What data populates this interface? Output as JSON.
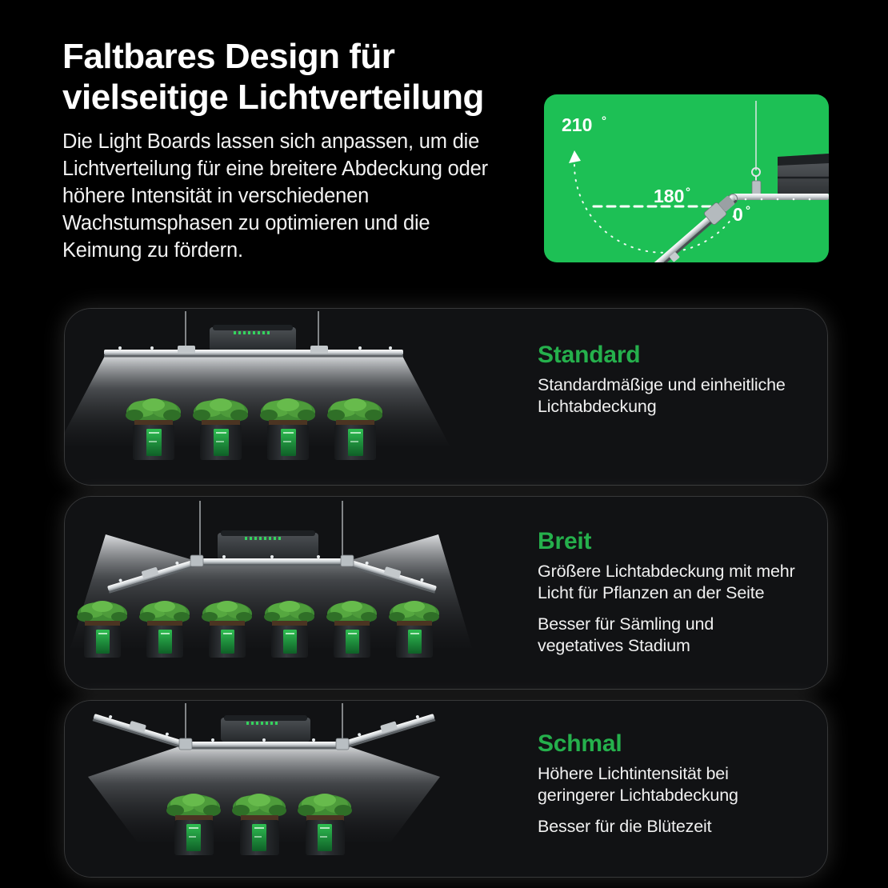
{
  "hero": {
    "title": "Faltbares Design für vielseitige Lichtverteilung",
    "subtitle": "Die Light Boards lassen sich anpassen, um die Lichtverteilung für eine breitere Abdeckung oder höhere Intensität in verschiedenen Wachstumsphasen zu optimieren und die Keimung zu fördern."
  },
  "angle_panel": {
    "background_color": "#1dc055",
    "labels": {
      "max": "210",
      "max_unit": "°",
      "mid": "180",
      "mid_unit": "°",
      "zero": "0",
      "zero_unit": "°"
    }
  },
  "colors": {
    "page_background": "#000000",
    "card_background": "#111214",
    "accent_green": "#25b04c",
    "panel_green": "#1dc055",
    "text_primary": "#ffffff"
  },
  "cards": [
    {
      "id": "standard",
      "title": "Standard",
      "lines": [
        "Standardmäßige und einheitliche Lichtabdeckung"
      ],
      "plant_count": 4,
      "board_mode": "flat"
    },
    {
      "id": "wide",
      "title": "Breit",
      "lines": [
        "Größere Lichtabdeckung mit mehr Licht für Pflanzen an der Seite",
        "Besser für Sämling und vegetatives Stadium"
      ],
      "plant_count": 6,
      "board_mode": "up"
    },
    {
      "id": "narrow",
      "title": "Schmal",
      "lines": [
        "Höhere Lichtintensität bei geringerer Lichtabdeckung",
        "Besser für die Blütezeit"
      ],
      "plant_count": 3,
      "board_mode": "down"
    }
  ]
}
